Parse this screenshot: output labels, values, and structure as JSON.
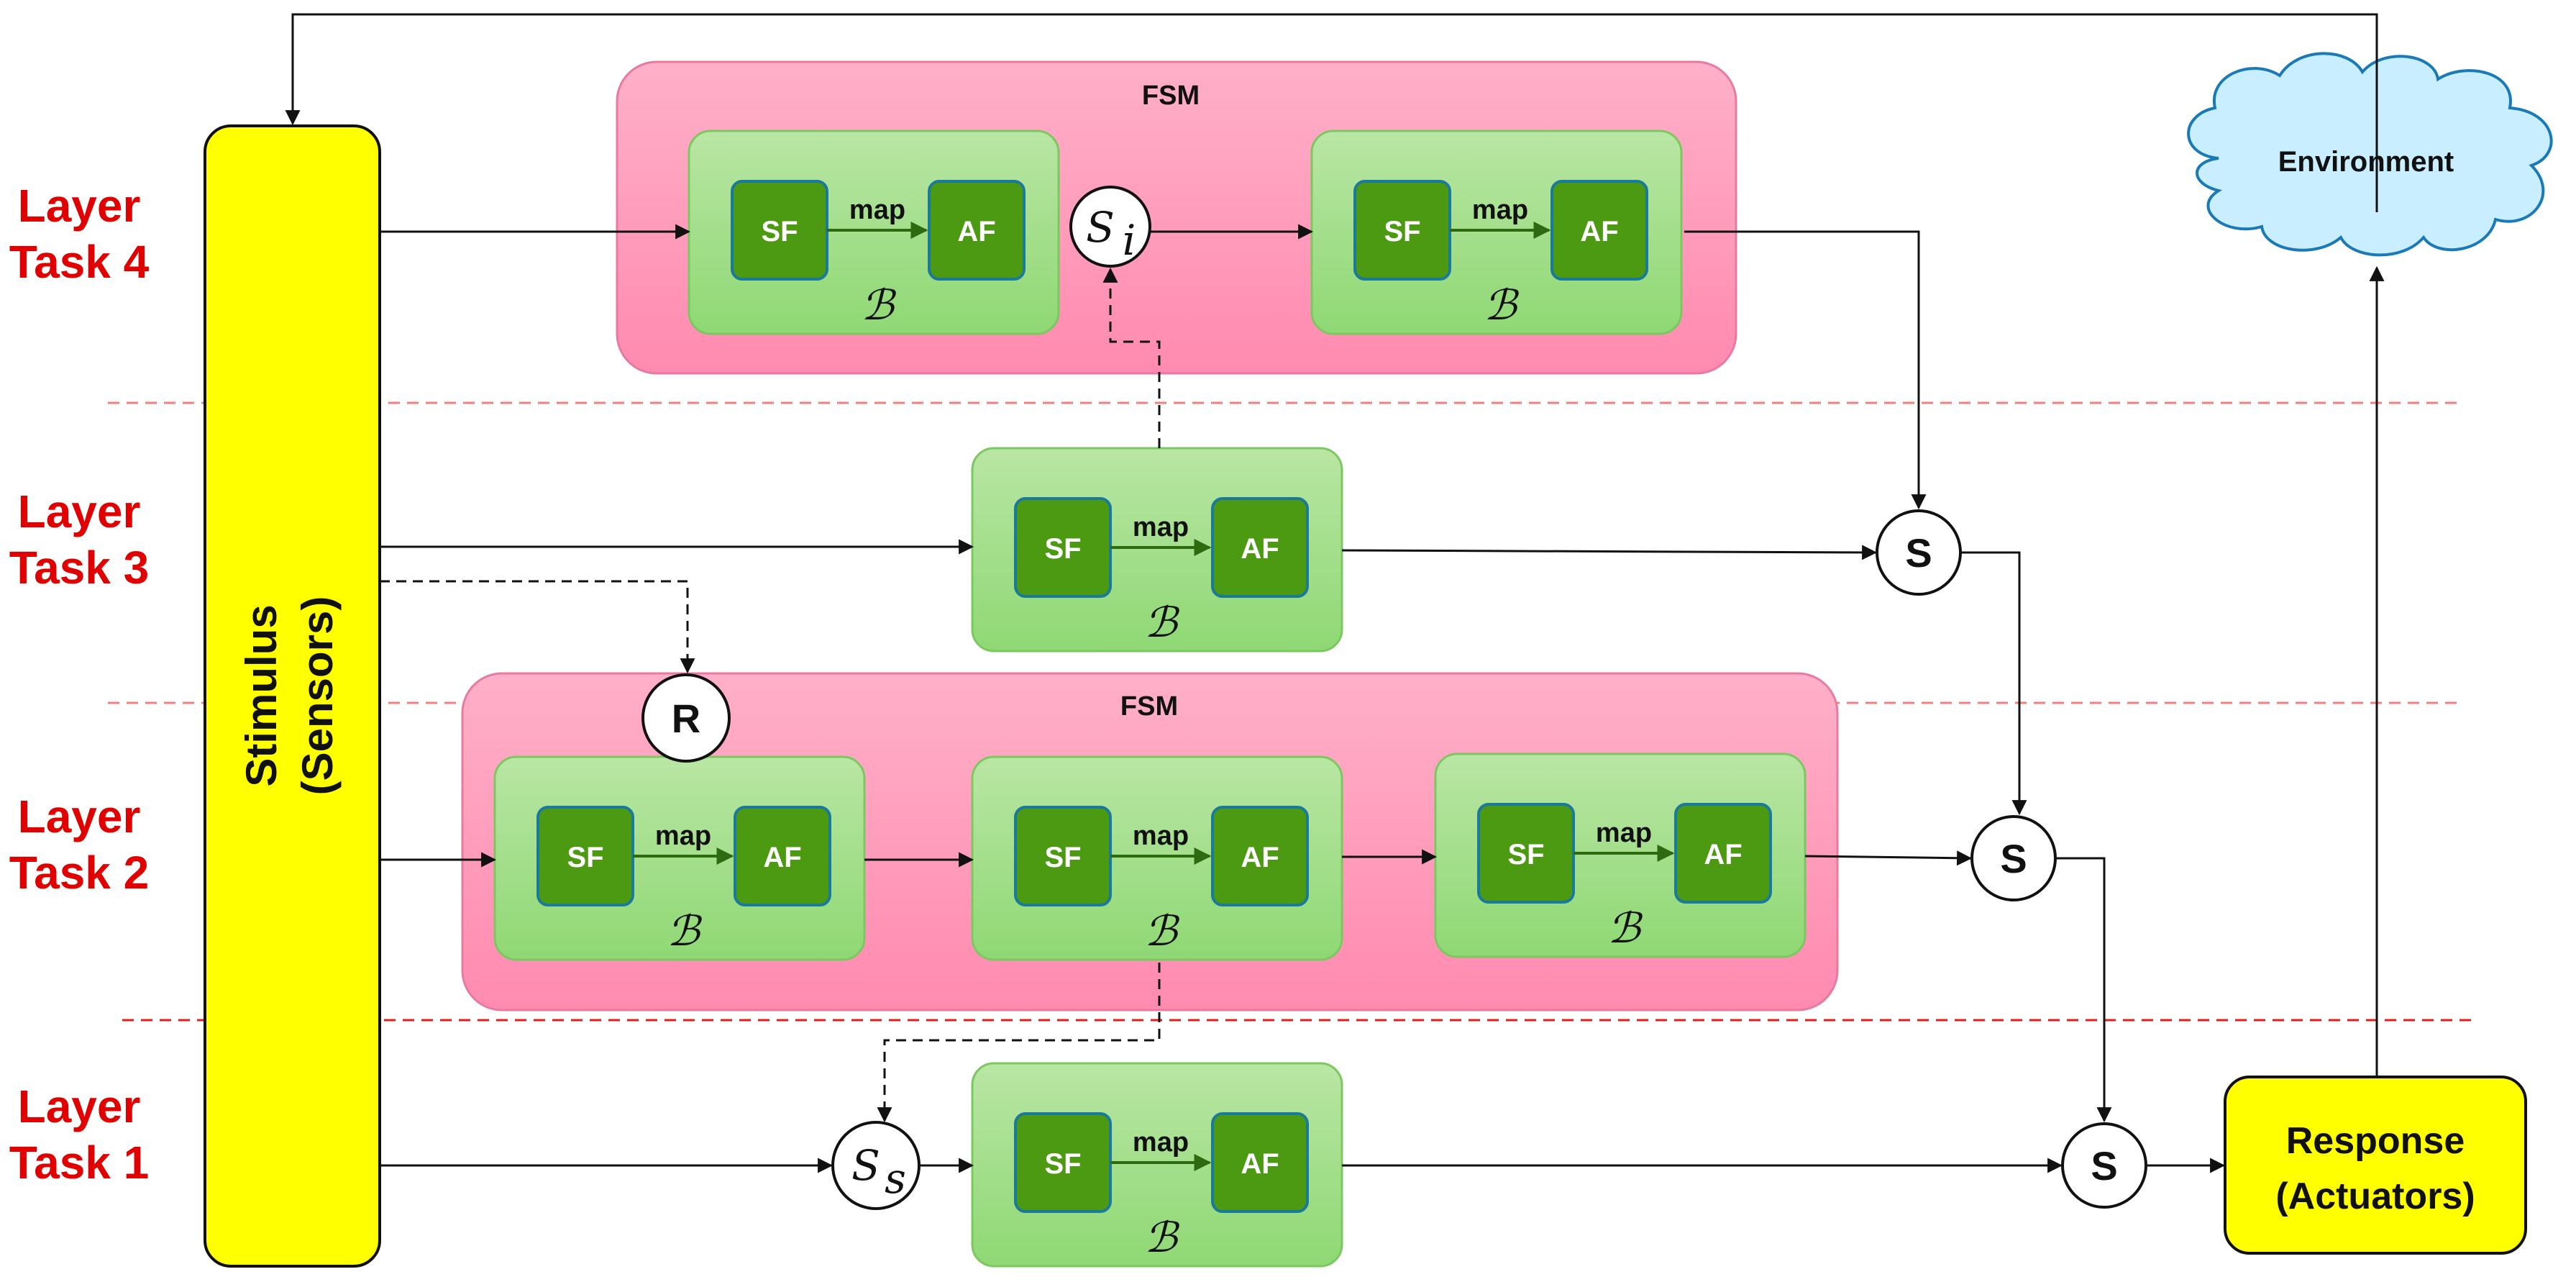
{
  "layers": [
    {
      "line1": "Layer",
      "line2": "Task 4"
    },
    {
      "line1": "Layer",
      "line2": "Task 3"
    },
    {
      "line1": "Layer",
      "line2": "Task 2"
    },
    {
      "line1": "Layer",
      "line2": "Task 1"
    }
  ],
  "stimulus": {
    "line1": "Stimulus",
    "line2": "(Sensors)"
  },
  "response": {
    "line1": "Response",
    "line2": "(Actuators)"
  },
  "environment": "Environment",
  "fsm_label": "FSM",
  "behavior": {
    "sf": "SF",
    "af": "AF",
    "map": "map",
    "symbol": "ℬ"
  },
  "nodes": {
    "suppressor": "S",
    "reset": "R",
    "inhibitor_main": "S",
    "inhibitor_sub": "i",
    "suppressor_s_main": "S",
    "suppressor_s_sub": "s"
  },
  "colors": {
    "layer_label": "#e00000",
    "stimulus_fill": "#ffff00",
    "fsm_fill": "#ff8fb4",
    "behavior_fill": "#9fdc84",
    "sf_af_fill": "#4c9a12",
    "sf_af_border": "#1a7a9a",
    "environment_fill": "#c8eeff",
    "divider": "#f08080"
  }
}
